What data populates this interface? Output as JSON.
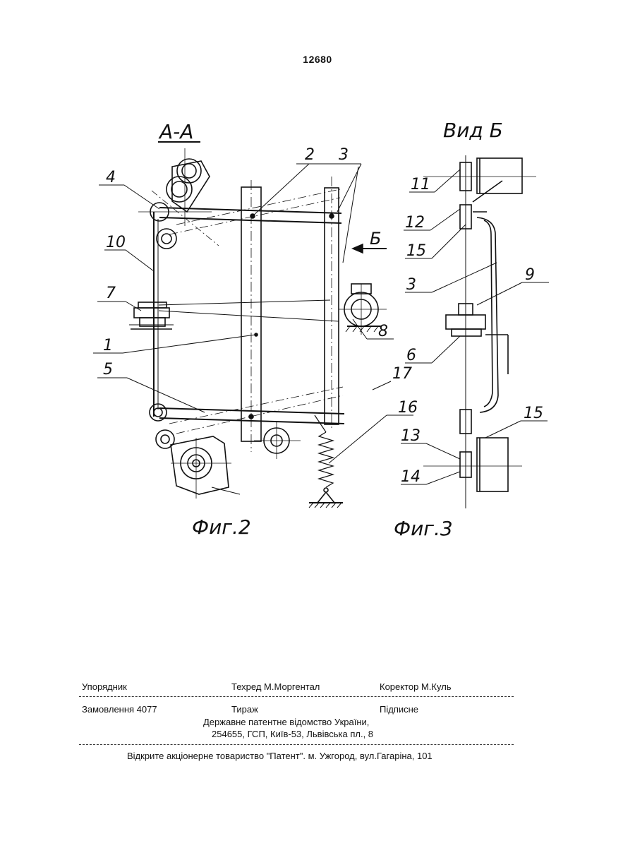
{
  "page_number": "12680",
  "figures": {
    "fig2": {
      "section_label": "А-А",
      "caption": "Фиг.2",
      "ref_labels": {
        "n1": "1",
        "n2": "2",
        "n3": "3",
        "n4": "4",
        "n5": "5",
        "n7": "7",
        "n8": "8",
        "n10": "10",
        "n16": "16",
        "n17": "17",
        "arrow": "Б"
      }
    },
    "fig3": {
      "view_label": "Вид Б",
      "caption": "Фиг.3",
      "ref_labels": {
        "n11": "11",
        "n12": "12",
        "n15a": "15",
        "n3": "3",
        "n9": "9",
        "n6": "6",
        "n15b": "15",
        "n13": "13",
        "n14": "14"
      }
    }
  },
  "footer": {
    "compiler": "Упорядник",
    "tech_editor": "Техред М.Моргентал",
    "corrector": "Коректор  М.Куль",
    "order": "Замовлення 4077",
    "circulation": "Тираж",
    "subscription": "Підписне",
    "office_line1": "Державне патентне відомство України,",
    "office_line2": "254655, ГСП, Київ-53, Львівська пл., 8",
    "publisher": "Відкрите акціонерне товариство  \"Патент\". м. Ужгород, вул.Гагаріна, 101"
  }
}
